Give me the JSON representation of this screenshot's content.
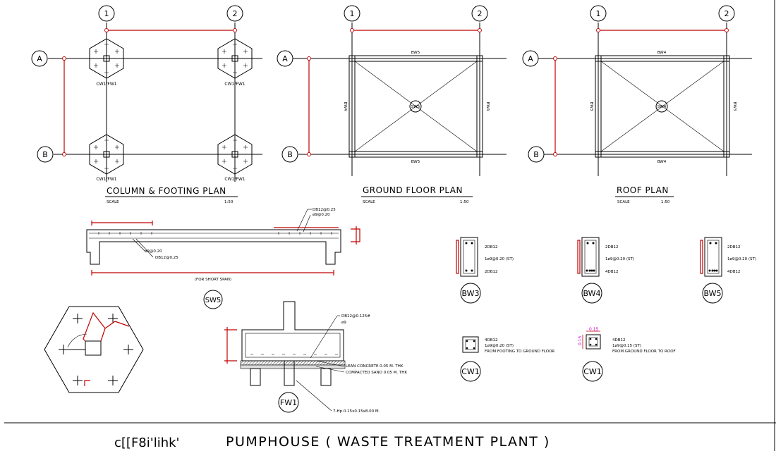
{
  "grid_labels": {
    "col1": "1",
    "col2": "2",
    "rowA": "A",
    "rowB": "B"
  },
  "column_footing_plan": {
    "title": "COLUMN & FOOTING PLAN",
    "scale_label": "SCALE",
    "scale_value": "1:50",
    "footing_tag": "CW1/FW1"
  },
  "ground_floor_plan": {
    "title": "GROUND FLOOR PLAN",
    "scale_label": "SCALE",
    "scale_value": "1:50",
    "beam_top": "BW5",
    "beam_bottom": "BW5",
    "beam_left": "BW4",
    "beam_right": "BW4",
    "slab_tag": "SW5"
  },
  "roof_plan": {
    "title": "ROOF PLAN",
    "scale_label": "SCALE",
    "scale_value": "1:50",
    "beam_top": "BW4",
    "beam_bottom": "BW4",
    "beam_left": "BW3",
    "beam_right": "BW3",
    "slab_tag": "SW4"
  },
  "slab_section": {
    "tag": "SW5",
    "note_top_1": "DB12@0.25",
    "note_top_2": "ø9@0.20",
    "note_bot_1": "ø9@0.20",
    "note_bot_2": "DB12@0.25",
    "span_note": "(FOR SHORT SPAN)"
  },
  "beams": [
    {
      "tag": "BW3",
      "top": "2DB12",
      "stirrup": "1ø9@0.20 (ST)",
      "bottom": "2DB12"
    },
    {
      "tag": "BW4",
      "top": "2DB12",
      "stirrup": "1ø9@0.20 (ST)",
      "bottom": "4DB12"
    },
    {
      "tag": "BW5",
      "top": "2DB12",
      "stirrup": "1ø9@0.20 (ST)",
      "bottom": "4DB12"
    }
  ],
  "columns": [
    {
      "tag": "CW1",
      "bars": "4DB12",
      "ties": "1ø9@0.20 (ST)",
      "range": "FROM FOOTING TO GROUND FLOOR"
    },
    {
      "tag": "CW1",
      "bars": "4DB12",
      "ties": "1ø9@0.15 (ST)",
      "range": "FROM GROUND FLOOR TO ROOF",
      "dim_w": "0.15",
      "dim_h": "0.15"
    }
  ],
  "footing_section": {
    "tag": "FW1",
    "rebar_1": "DB12@0.125#",
    "rebar_2": "ø9",
    "lean": "LEAN CONCRETE 0.05 M. THK",
    "sand": "COMPACTED SAND 0.05 M. THK",
    "piles": "7-Hp.0.15x0.15x8.00 M."
  },
  "footer": {
    "code": "c[[F8i'lihk'",
    "title": "PUMPHOUSE ( WASTE TREATMENT PLANT )"
  }
}
